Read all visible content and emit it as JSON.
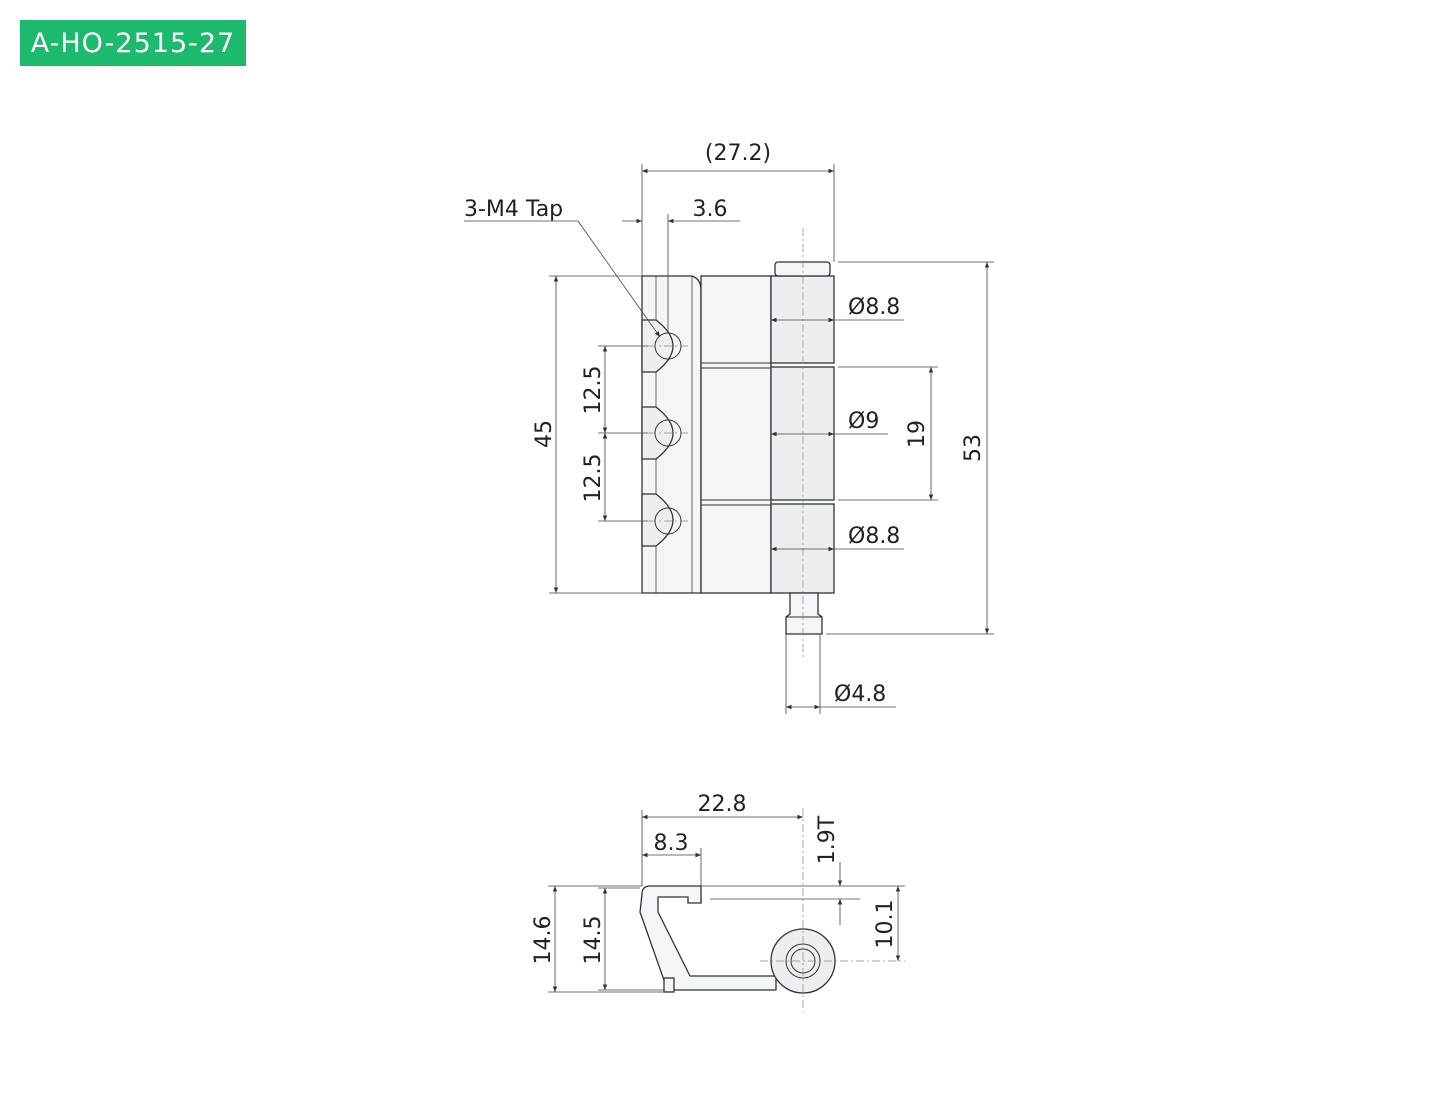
{
  "part_number": "A-HO-2515-27",
  "colors": {
    "badge": "#1dba6e",
    "badge_text": "#ffffff",
    "line": "#333333"
  },
  "front_view": {
    "overall_width": "(27.2)",
    "tap_label": "3-M4 Tap",
    "tap_offset": "3.6",
    "leaf_height": "45",
    "hole_pitch_top": "12.5",
    "hole_pitch_bottom": "12.5",
    "knuckle_top_dia": "Ø8.8",
    "knuckle_mid_dia": "Ø9",
    "knuckle_mid_length": "19",
    "knuckle_bottom_dia": "Ø8.8",
    "overall_height": "53",
    "pin_dia": "Ø4.8"
  },
  "side_view": {
    "width": "22.8",
    "flange_width": "8.3",
    "thickness": "1.9T",
    "height_outer": "14.6",
    "height_inner": "14.5",
    "pin_center_height": "10.1"
  }
}
